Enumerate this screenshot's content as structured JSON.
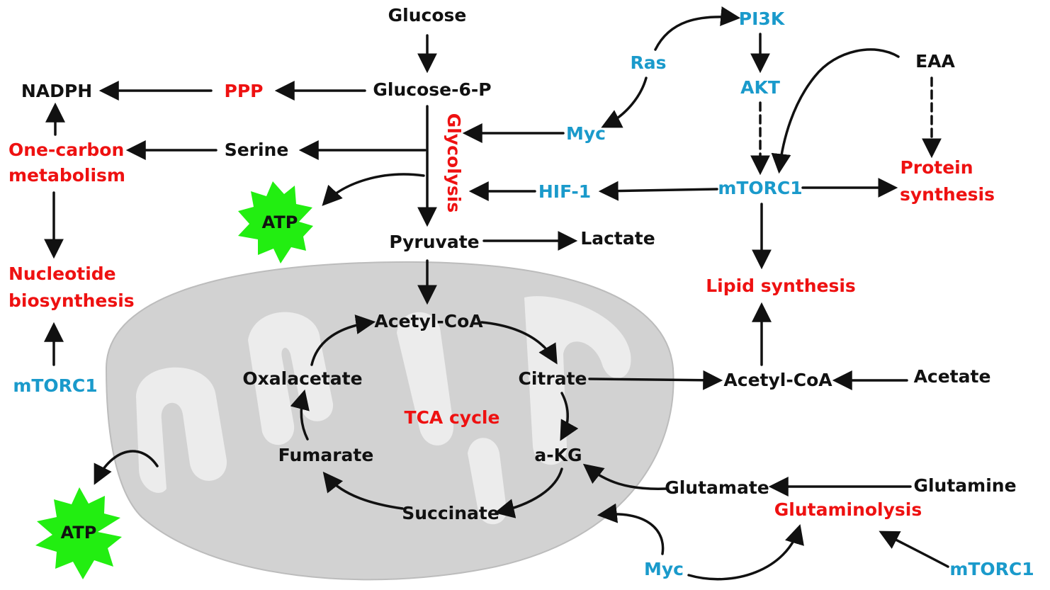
{
  "colors": {
    "black_label": "#111111",
    "red_label": "#ee1111",
    "blue_label": "#1a9acb",
    "atp_burst": "#22ee11",
    "mitochondrion_outer": "#d2d2d2",
    "mitochondrion_inner": "#ececec",
    "arrow": "#111111"
  },
  "nodes": {
    "glucose": "Glucose",
    "glucose6p": "Glucose-6-P",
    "ppp": "PPP",
    "nadph": "NADPH",
    "one_carbon_1": "One-carbon",
    "one_carbon_2": "metabolism",
    "serine": "Serine",
    "nucleotide_1": "Nucleotide",
    "nucleotide_2": "biosynthesis",
    "mtorc1_left": "mTORC1",
    "glycolysis": "Glycolysis",
    "atp_top": "ATP",
    "pyruvate": "Pyruvate",
    "lactate": "Lactate",
    "acetyl_coa_mito": "Acetyl-CoA",
    "citrate": "Citrate",
    "oxalacetate": "Oxalacetate",
    "tca_cycle": "TCA cycle",
    "fumarate": "Fumarate",
    "akg": "a-KG",
    "succinate": "Succinate",
    "atp_bottom": "ATP",
    "ras": "Ras",
    "pi3k": "PI3K",
    "akt": "AKT",
    "myc_top": "Myc",
    "hif1": "HIF-1",
    "mtorc1_center": "mTORC1",
    "eaa": "EAA",
    "protein_1": "Protein",
    "protein_2": "synthesis",
    "lipid": "Lipid synthesis",
    "acetyl_coa_cyto": "Acetyl-CoA",
    "acetate": "Acetate",
    "glutamate": "Glutamate",
    "glutamine": "Glutamine",
    "glutaminolysis": "Glutaminolysis",
    "myc_bottom": "Myc",
    "mtorc1_right": "mTORC1"
  }
}
